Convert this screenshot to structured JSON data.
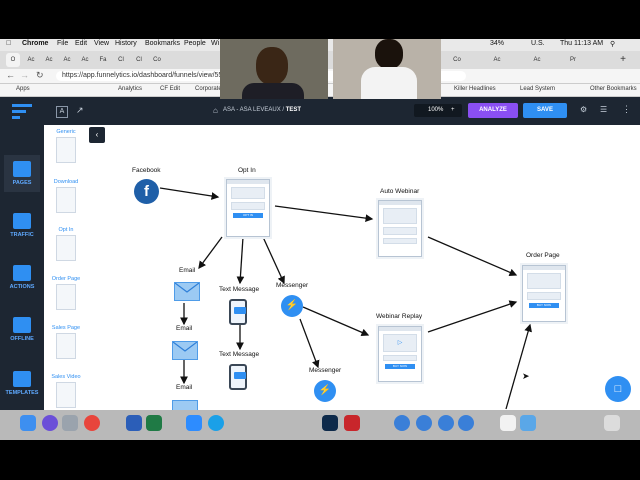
{
  "menubar": {
    "app": "Chrome",
    "items": [
      "File",
      "Edit",
      "View",
      "History",
      "Bookmarks",
      "People",
      "Wi"
    ],
    "battery": "34%",
    "locale": "U.S.",
    "clock": "Thu 11:13 AM"
  },
  "tabs": [
    "O",
    "Ac",
    "Ac",
    "Ac",
    "Ac",
    "Fa",
    "Cl",
    "Cl",
    "Co",
    "Co",
    "Ac",
    "Ac",
    "Pr"
  ],
  "url": "https://app.funnelytics.io/dashboard/funnels/view/555",
  "bookmarks": {
    "apps": "Apps",
    "analytics": "Analytics",
    "cf_edit": "CF Edit",
    "corporate": "Corporate",
    "killer_headlines": "Killer Headlines",
    "lead_system": "Lead System",
    "other": "Other Bookmarks"
  },
  "header": {
    "breadcrumb": "ASA - ASA LEVEAUX",
    "project": "TEST",
    "zoom": "100%",
    "analyze": "ANALYZE",
    "save": "SAVE"
  },
  "nav": {
    "pages": "PAGES",
    "traffic": "TRAFFIC",
    "actions": "ACTIONS",
    "offline": "OFFLINE",
    "templates": "TEMPLATES"
  },
  "palette": [
    "Generic",
    "Download",
    "Opt In",
    "Order Page",
    "Sales Page",
    "Sales Video"
  ],
  "canvas": {
    "facebook": "Facebook",
    "optin": "Opt In",
    "auto_webinar": "Auto Webinar",
    "order_page": "Order Page",
    "webinar_replay": "Webinar Replay",
    "email1": "Email",
    "email2": "Email",
    "email3": "Email",
    "text1": "Text Message",
    "text2": "Text Message",
    "messenger1": "Messenger",
    "messenger2": "Messenger",
    "optin_btn": "OPT IN",
    "buy_btn": "BUY NOW",
    "buy_btn2": "BUY NOW"
  },
  "colors": {
    "accent": "#2f8ff2",
    "analyze": "#8a4ff2",
    "save": "#2f8ff2",
    "nav_bg": "#1d2632"
  }
}
